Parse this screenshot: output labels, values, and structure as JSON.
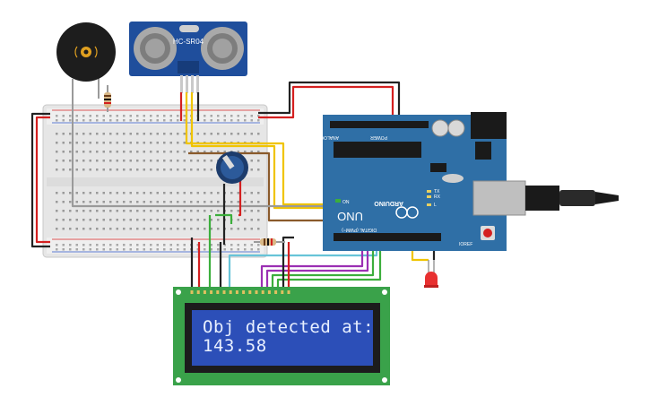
{
  "sensor": {
    "label": "HC-SR04"
  },
  "arduino": {
    "brand": "ARDUINO",
    "model": "UNO",
    "power_header": "POWER",
    "analog_header": "ANALOG IN",
    "digital_header": "DIGITAL (PWM~)",
    "on_label": "ON",
    "tx_label": "TX",
    "rx_label": "RX",
    "l_label": "L",
    "reset_label": "IOREF"
  },
  "lcd": {
    "line1": "Obj detected at:",
    "line2": "143.58"
  },
  "colors": {
    "pcb": "#2f6fa6",
    "lcd_screen": "#2c4fb8",
    "lcd_board": "#3aa24a",
    "breadboard": "#e9e9e9",
    "wire_red": "#d42020",
    "wire_black": "#222222",
    "wire_yellow": "#f0c400",
    "wire_green": "#3cae3c",
    "wire_purple": "#9b2fb3",
    "wire_cyan": "#67c4d8",
    "wire_brown": "#8a5a2b",
    "wire_gray": "#9a9a9a"
  }
}
